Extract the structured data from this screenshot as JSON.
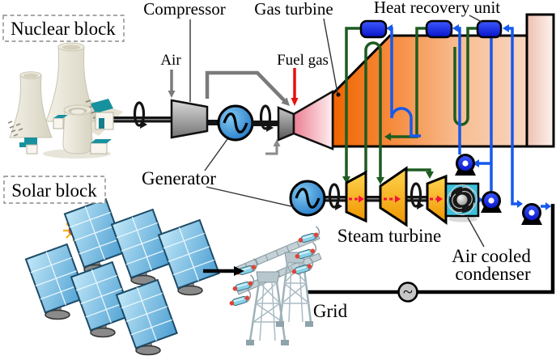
{
  "diagram": {
    "blocks": {
      "nuclear": {
        "label": "Nuclear block"
      },
      "solar": {
        "label": "Solar block"
      }
    },
    "labels": {
      "compressor": "Compressor",
      "gas_turbine": "Gas turbine",
      "heat_recovery_unit": "Heat recovery unit",
      "generator": "Generator",
      "steam_turbine": "Steam turbine",
      "air_cooled_condenser": [
        "Air cooled",
        "condenser"
      ],
      "grid": "Grid",
      "air": "Air",
      "fuel_gas": "Fuel gas"
    },
    "icons": {
      "transformer_symbol": "~",
      "generator_symbol": "sine-wave-circle",
      "rotation_symbol": "shaft-coil-arrow",
      "pump_symbol": "centrifugal-pump",
      "fan_symbol": "spiral-fan",
      "sun_symbol": "sun",
      "cooling_tower_symbol": "cooling-towers",
      "solar_panel_symbol": "tilted-pv-panel",
      "pylon_symbol": "lattice-transmission-tower"
    },
    "colors": {
      "hrsg_hot_orange": "#f06400",
      "hrsg_cool_peach": "#f9d6c0",
      "stack_pink": "#f3cabb",
      "steam_pipe_green": "#1d5c20",
      "water_pipe_blue": "#1659ee",
      "drum_blue": "#1b2fd8",
      "turbine_stage_yellow": "#f8b000",
      "generator_blue": "#2e86c8",
      "fuel_arrow_red": "#e60f0f",
      "condenser_cyan": "#3cc0dc",
      "solar_panel_blue": "#5fb0dc",
      "air_pipe_gray": "#7a7a7a",
      "shaft_arrow_red": "#f5103c"
    }
  }
}
